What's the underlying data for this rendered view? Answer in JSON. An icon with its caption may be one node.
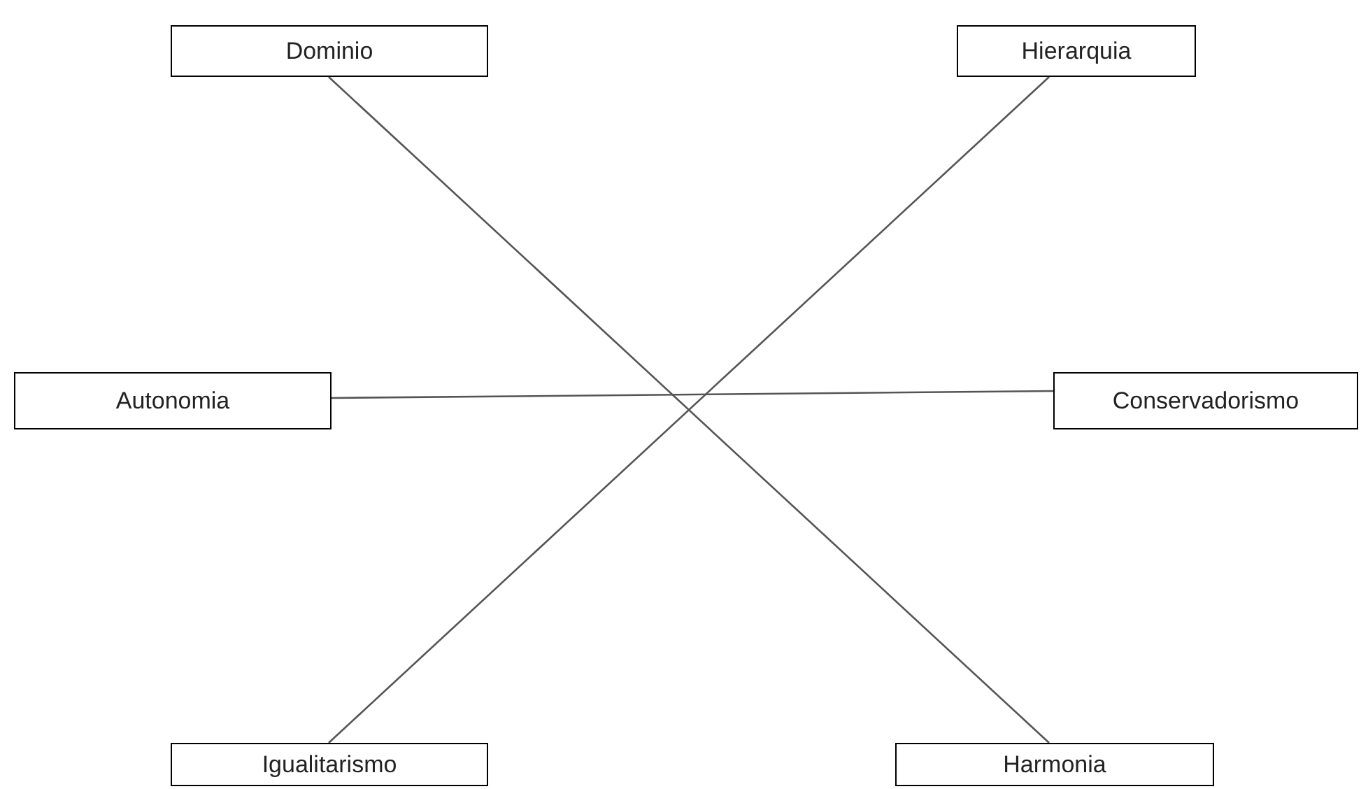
{
  "diagram": {
    "nodes": [
      {
        "text": [
          "Dominio"
        ]
      },
      {
        "text": [
          "Hierarquia"
        ]
      },
      {
        "text": [
          "Autonomia"
        ]
      },
      {
        "text": [
          "Conservadorismo"
        ]
      },
      {
        "text": [
          "Igualitarismo"
        ]
      },
      {
        "text": [
          "Harmonia"
        ]
      }
    ],
    "edges": [
      {
        "from": 0,
        "to": 5,
        "arrow": "none"
      },
      {
        "from": 1,
        "to": 4,
        "arrow": "none"
      },
      {
        "from": 2,
        "to": 3,
        "arrow": "none"
      }
    ]
  }
}
